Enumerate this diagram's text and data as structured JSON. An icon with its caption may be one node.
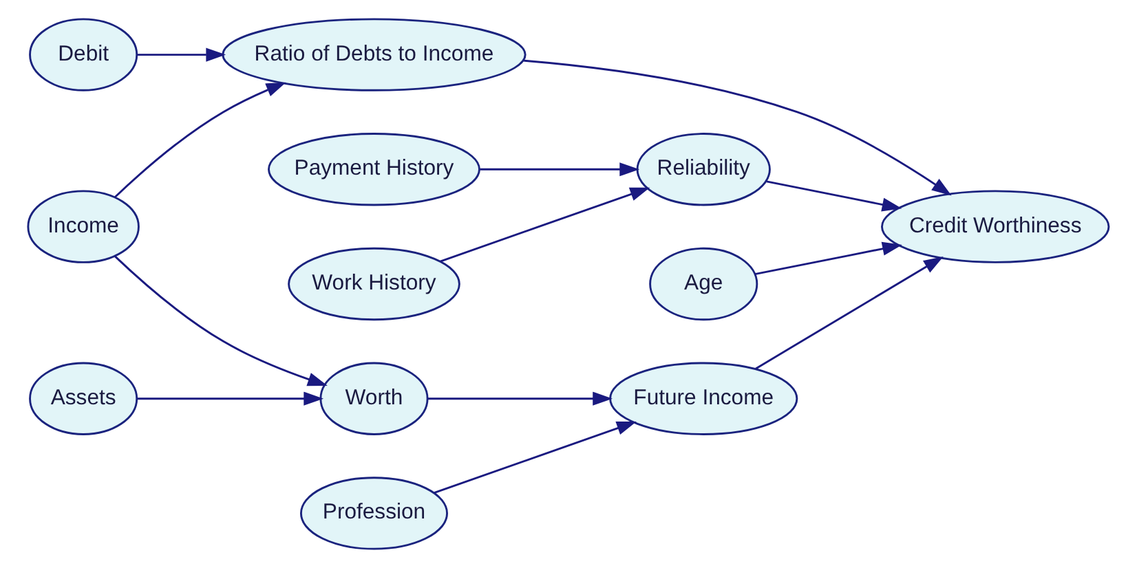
{
  "diagram": {
    "nodes": [
      {
        "text": [
          "Debit"
        ]
      },
      {
        "text": [
          "Payment History"
        ]
      },
      {
        "text": [
          "Work History"
        ]
      },
      {
        "text": [
          "Income"
        ]
      },
      {
        "text": [
          "Ratio of Debts to Income"
        ]
      },
      {
        "text": [
          "Reliability"
        ]
      },
      {
        "text": [
          "Age"
        ]
      },
      {
        "text": [
          "Assets"
        ]
      },
      {
        "text": [
          "Worth"
        ]
      },
      {
        "text": [
          "Profession"
        ]
      },
      {
        "text": [
          "Future Income"
        ]
      },
      {
        "text": [
          "Credit Worthiness"
        ]
      }
    ],
    "edges": [
      {
        "from": 0,
        "to": 4,
        "arrow": "to"
      },
      {
        "from": 3,
        "to": 4,
        "arrow": "to"
      },
      {
        "from": 3,
        "to": 8,
        "arrow": "to"
      },
      {
        "from": 7,
        "to": 8,
        "arrow": "to"
      },
      {
        "from": 1,
        "to": 5,
        "arrow": "to"
      },
      {
        "from": 2,
        "to": 5,
        "arrow": "to"
      },
      {
        "from": 8,
        "to": 10,
        "arrow": "to"
      },
      {
        "from": 9,
        "to": 10,
        "arrow": "to"
      },
      {
        "from": 4,
        "to": 11,
        "arrow": "to"
      },
      {
        "from": 5,
        "to": 11,
        "arrow": "to"
      },
      {
        "from": 6,
        "to": 11,
        "arrow": "to"
      },
      {
        "from": 10,
        "to": 11,
        "arrow": "to"
      }
    ]
  }
}
